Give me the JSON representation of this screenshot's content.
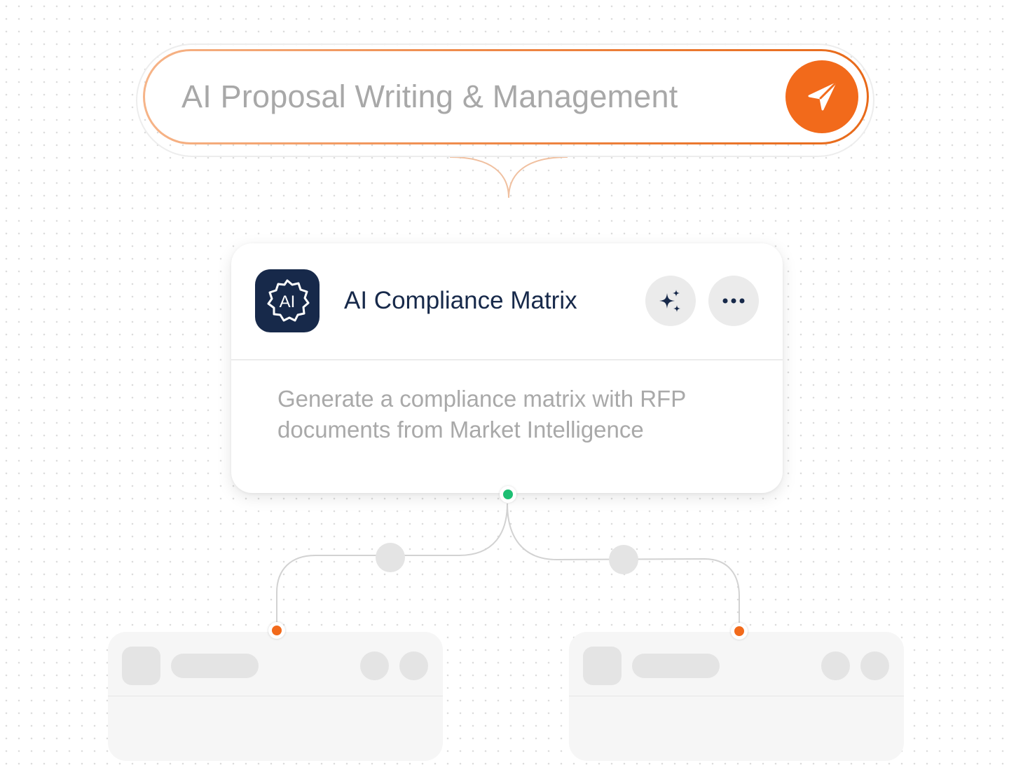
{
  "prompt": {
    "text": "AI Proposal Writing & Management",
    "send_icon": "send-plane-icon",
    "accent_color": "#f26a1b"
  },
  "node": {
    "logo_label": "AI",
    "logo_icon": "ai-gear-icon",
    "title": "AI Compliance Matrix",
    "description": "Generate a compliance matrix with RFP documents from Market Intelligence",
    "actions": [
      "sparkle-icon",
      "more-horizontal-icon"
    ],
    "title_color": "#17294a"
  },
  "ports": {
    "output_color": "#1dbf73",
    "input_color": "#f26a1b"
  },
  "placeholder_nodes": [
    {
      "state": "loading"
    },
    {
      "state": "loading"
    }
  ]
}
